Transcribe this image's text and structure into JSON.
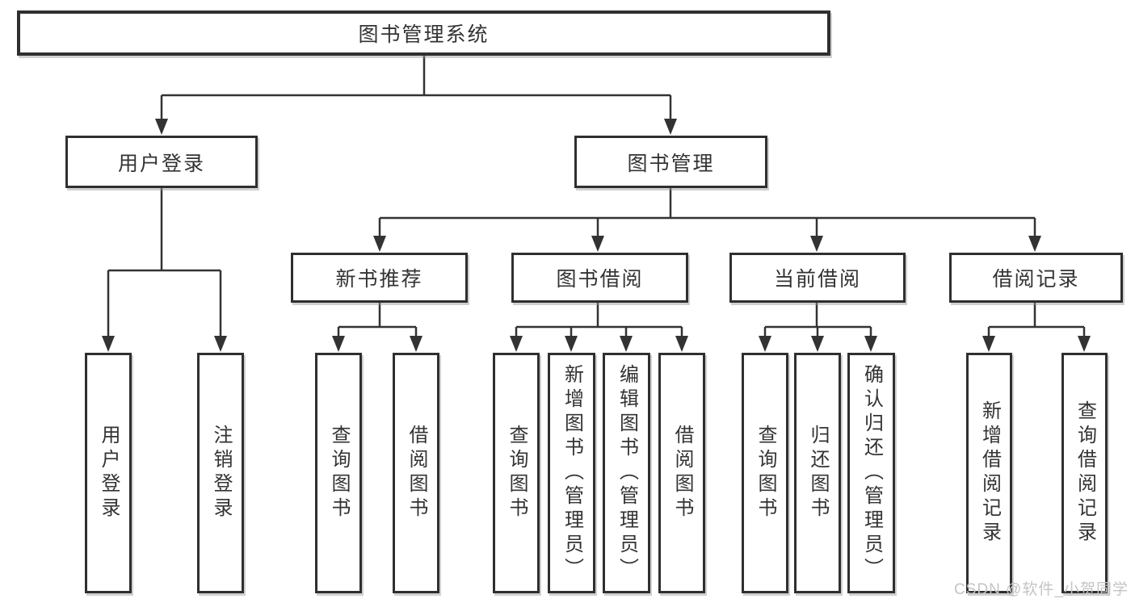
{
  "diagram": {
    "title": "图书管理系统",
    "nodes": {
      "root": "图书管理系统",
      "user_login": "用户登录",
      "book_mgmt": "图书管理",
      "new_book_rec": "新书推荐",
      "book_borrow": "图书借阅",
      "current_borrow": "当前借阅",
      "borrow_records": "借阅记录",
      "leaf_user_login": "用户登录",
      "leaf_logout": "注销登录",
      "leaf_nb_query": "查询图书",
      "leaf_nb_borrow": "借阅图书",
      "leaf_bb_query": "查询图书",
      "leaf_bb_add": "新增图书（管理员）",
      "leaf_bb_edit": "编辑图书（管理员）",
      "leaf_bb_borrow": "借阅图书",
      "leaf_cb_query": "查询图书",
      "leaf_cb_return": "归还图书",
      "leaf_cb_confirm": "确认归还（管理员）",
      "leaf_br_add": "新增借阅记录",
      "leaf_br_query": "查询借阅记录"
    },
    "edges": [
      [
        "图书管理系统",
        "用户登录"
      ],
      [
        "图书管理系统",
        "图书管理"
      ],
      [
        "用户登录",
        "用户登录(叶)"
      ],
      [
        "用户登录",
        "注销登录"
      ],
      [
        "图书管理",
        "新书推荐"
      ],
      [
        "图书管理",
        "图书借阅"
      ],
      [
        "图书管理",
        "当前借阅"
      ],
      [
        "图书管理",
        "借阅记录"
      ],
      [
        "新书推荐",
        "查询图书"
      ],
      [
        "新书推荐",
        "借阅图书"
      ],
      [
        "图书借阅",
        "查询图书"
      ],
      [
        "图书借阅",
        "新增图书（管理员）"
      ],
      [
        "图书借阅",
        "编辑图书（管理员）"
      ],
      [
        "图书借阅",
        "借阅图书"
      ],
      [
        "当前借阅",
        "查询图书"
      ],
      [
        "当前借阅",
        "归还图书"
      ],
      [
        "当前借阅",
        "确认归还（管理员）"
      ],
      [
        "借阅记录",
        "新增借阅记录"
      ],
      [
        "借阅记录",
        "查询借阅记录"
      ]
    ],
    "colors": {
      "line": "#333333",
      "box_border": "#2f2f2f",
      "box_fill": "#ffffff",
      "text": "#333333",
      "watermark": "#c4c4c4",
      "background": "#ffffff"
    }
  },
  "watermark": "CSDN @软件_小贺同学"
}
